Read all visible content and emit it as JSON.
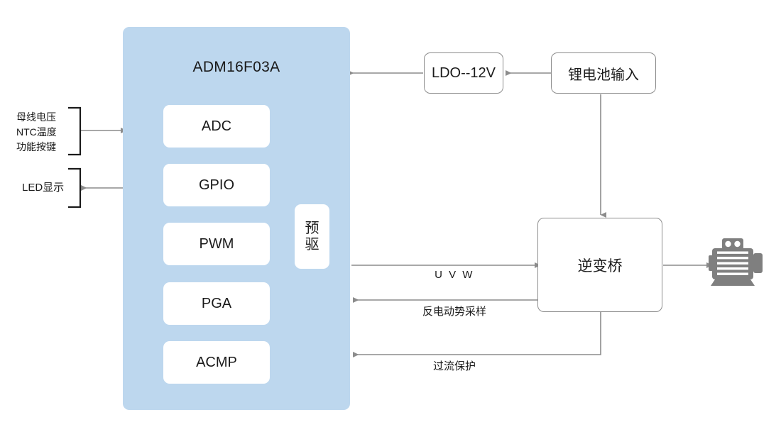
{
  "diagram": {
    "title": "ADM16F03A motor control block diagram",
    "colors": {
      "mcu_panel": "#bdd7ee",
      "block_fill": "#ffffff",
      "line": "#8c8c8c",
      "bracket": "#1a1a1a",
      "motor_icon": "#7f7f7f"
    }
  },
  "mcu": {
    "title": "ADM16F03A",
    "peripherals": [
      {
        "label": "ADC"
      },
      {
        "label": "GPIO"
      },
      {
        "label": "PWM"
      },
      {
        "label": "PGA"
      },
      {
        "label": "ACMP"
      }
    ],
    "predriver": {
      "line1": "预",
      "line2": "驱"
    }
  },
  "inputs": {
    "sensors": {
      "line1": "母线电压",
      "line2": "NTC温度",
      "line3": "功能按键"
    },
    "display": {
      "label": "LED显示"
    }
  },
  "power": {
    "ldo": "LDO--12V",
    "battery": "锂电池输入"
  },
  "bridge": {
    "label": "逆变桥"
  },
  "motor": {
    "icon": "motor-icon"
  },
  "edges": [
    {
      "label": "U V W",
      "from": "predriver",
      "to": "bridge",
      "direction": "right"
    },
    {
      "label": "反电动势采样",
      "from": "bridge",
      "to": "mcu",
      "direction": "left"
    },
    {
      "label": "过流保护",
      "from": "bridge",
      "to": "mcu",
      "direction": "left"
    }
  ]
}
